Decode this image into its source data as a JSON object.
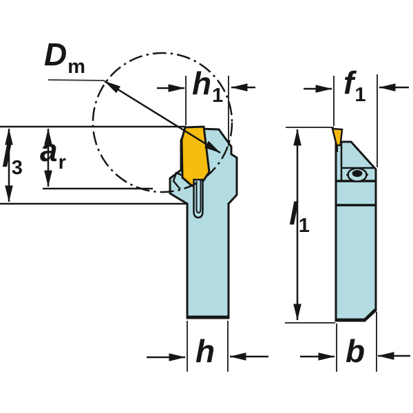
{
  "figure": {
    "kind": "tool-holder-dimension-drawing",
    "views": [
      "side-view",
      "front-view"
    ]
  },
  "colors": {
    "body": "#b3dce2",
    "insert": "#f5bd0d",
    "line": "#161616",
    "background": "#ffffff"
  },
  "labels": {
    "dm": {
      "main": "D",
      "sub": "m"
    },
    "h1": {
      "main": "h",
      "sub": "1"
    },
    "f1": {
      "main": "f",
      "sub": "1"
    },
    "l3": {
      "main": "l",
      "sub": "3"
    },
    "ar": {
      "main": "a",
      "sub": "r"
    },
    "l1": {
      "main": "l",
      "sub": "1"
    },
    "h": {
      "main": "h",
      "sub": ""
    },
    "b": {
      "main": "b",
      "sub": ""
    }
  }
}
